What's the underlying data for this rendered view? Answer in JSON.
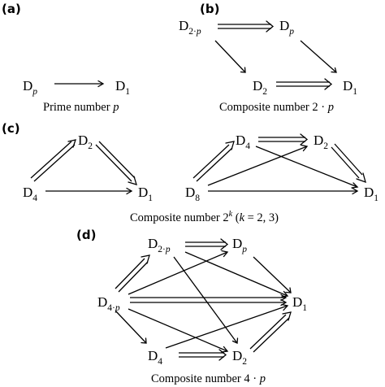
{
  "panels": {
    "a": {
      "label": "(a)",
      "nodes": {
        "dp": "D",
        "dp_sub": "p",
        "d1": "D",
        "d1_sub": "1"
      },
      "caption": "Prime number ",
      "caption_var": "p"
    },
    "b": {
      "label": "(b)",
      "nodes": {
        "d2p": "D",
        "d2p_sub_a": "2·",
        "d2p_sub_b": "p",
        "dp": "D",
        "dp_sub": "p",
        "d2": "D",
        "d2_sub": "2",
        "d1": "D",
        "d1_sub": "1"
      },
      "caption": "Composite number 2 · ",
      "caption_var": "p"
    },
    "c": {
      "label": "(c)",
      "nodes": {
        "l_d2": "D",
        "l_d2_sub": "2",
        "l_d4": "D",
        "l_d4_sub": "4",
        "l_d1": "D",
        "l_d1_sub": "1",
        "r_d4": "D",
        "r_d4_sub": "4",
        "r_d2": "D",
        "r_d2_sub": "2",
        "r_d8": "D",
        "r_d8_sub": "8",
        "r_d1": "D",
        "r_d1_sub": "1"
      },
      "caption": "Composite number 2",
      "caption_sup": "k",
      "caption_open": " (",
      "caption_var": "k",
      "caption_rest": " = 2, 3)"
    },
    "d": {
      "label": "(d)",
      "nodes": {
        "d2p": "D",
        "d2p_sub_a": "2·",
        "d2p_sub_b": "p",
        "dp": "D",
        "dp_sub": "p",
        "d4p": "D",
        "d4p_sub_a": "4·",
        "d4p_sub_b": "p",
        "d1": "D",
        "d1_sub": "1",
        "d4": "D",
        "d4_sub": "4",
        "d2": "D",
        "d2_sub": "2"
      },
      "caption": "Composite number 4 · ",
      "caption_var": "p"
    }
  }
}
